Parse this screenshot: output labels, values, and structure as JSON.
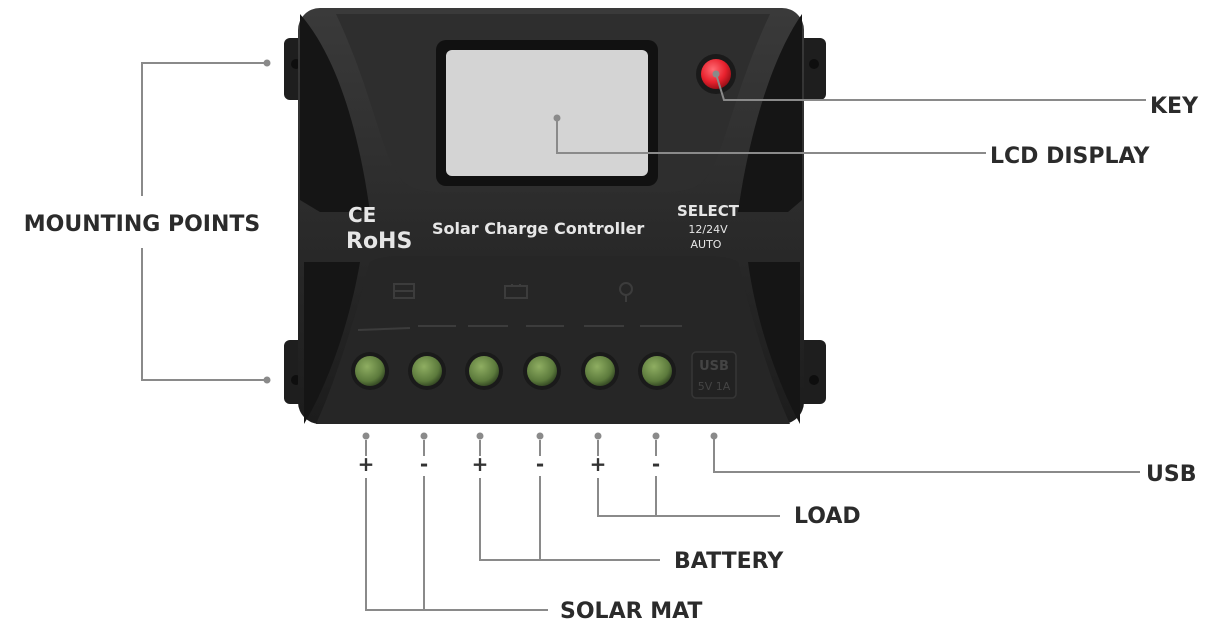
{
  "device": {
    "brand_marks": {
      "ce": "CE",
      "rohs": "RoHS"
    },
    "product_name": "Solar Charge Controller",
    "select_label": "SELECT",
    "voltage_label": "12/24V",
    "mode_label": "AUTO",
    "usb_port_label": "USB",
    "usb_port_sub": "5V 1A",
    "body_color": "#2a2a2a",
    "lcd_color": "#d4d4d4",
    "key_color": "#e8212d",
    "terminal_color": "#5c7a3c"
  },
  "callouts": {
    "key": "KEY",
    "lcd_display": "LCD DISPLAY",
    "mounting_points": "MOUNTING POINTS",
    "usb": "USB",
    "load": "LOAD",
    "battery": "BATTERY",
    "solar_mat": "SOLAR MAT"
  },
  "terminal_polarity": [
    "+",
    "-",
    "+",
    "-",
    "+",
    "-"
  ]
}
